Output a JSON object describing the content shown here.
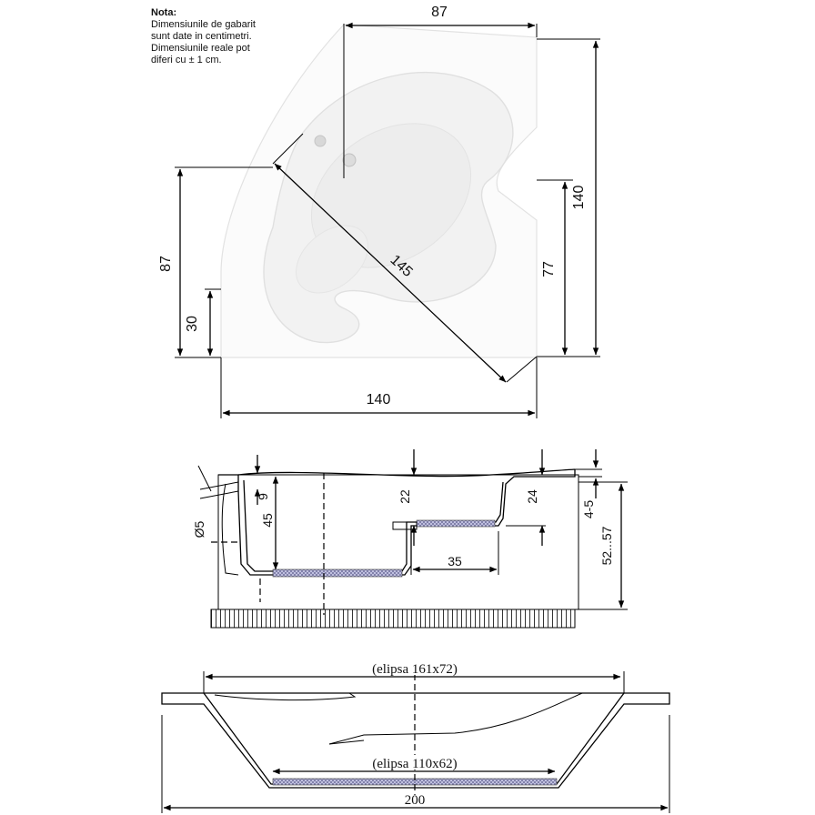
{
  "note": {
    "title": "Nota:",
    "lines": [
      "Dimensiunile de gabarit",
      "sunt date in centimetri.",
      "Dimensiunile reale pot",
      "diferi cu ± 1 cm."
    ]
  },
  "top_view": {
    "dim_top": "87",
    "dim_left": "87",
    "dim_left_small": "30",
    "dim_diagonal": "145",
    "dim_right_outer": "140",
    "dim_right_inner": "77",
    "dim_bottom": "140"
  },
  "side_view": {
    "dim_9": "9",
    "dim_45": "45",
    "dim_22": "22",
    "dim_24": "24",
    "dim_35": "35",
    "dim_45_rim": "4-5",
    "dim_height": "52...57",
    "dim_drain": "Ø5"
  },
  "front_view": {
    "ellipse_top": "(elipsa 161x72)",
    "ellipse_bottom": "(elipsa 110x62)",
    "width": "200"
  }
}
